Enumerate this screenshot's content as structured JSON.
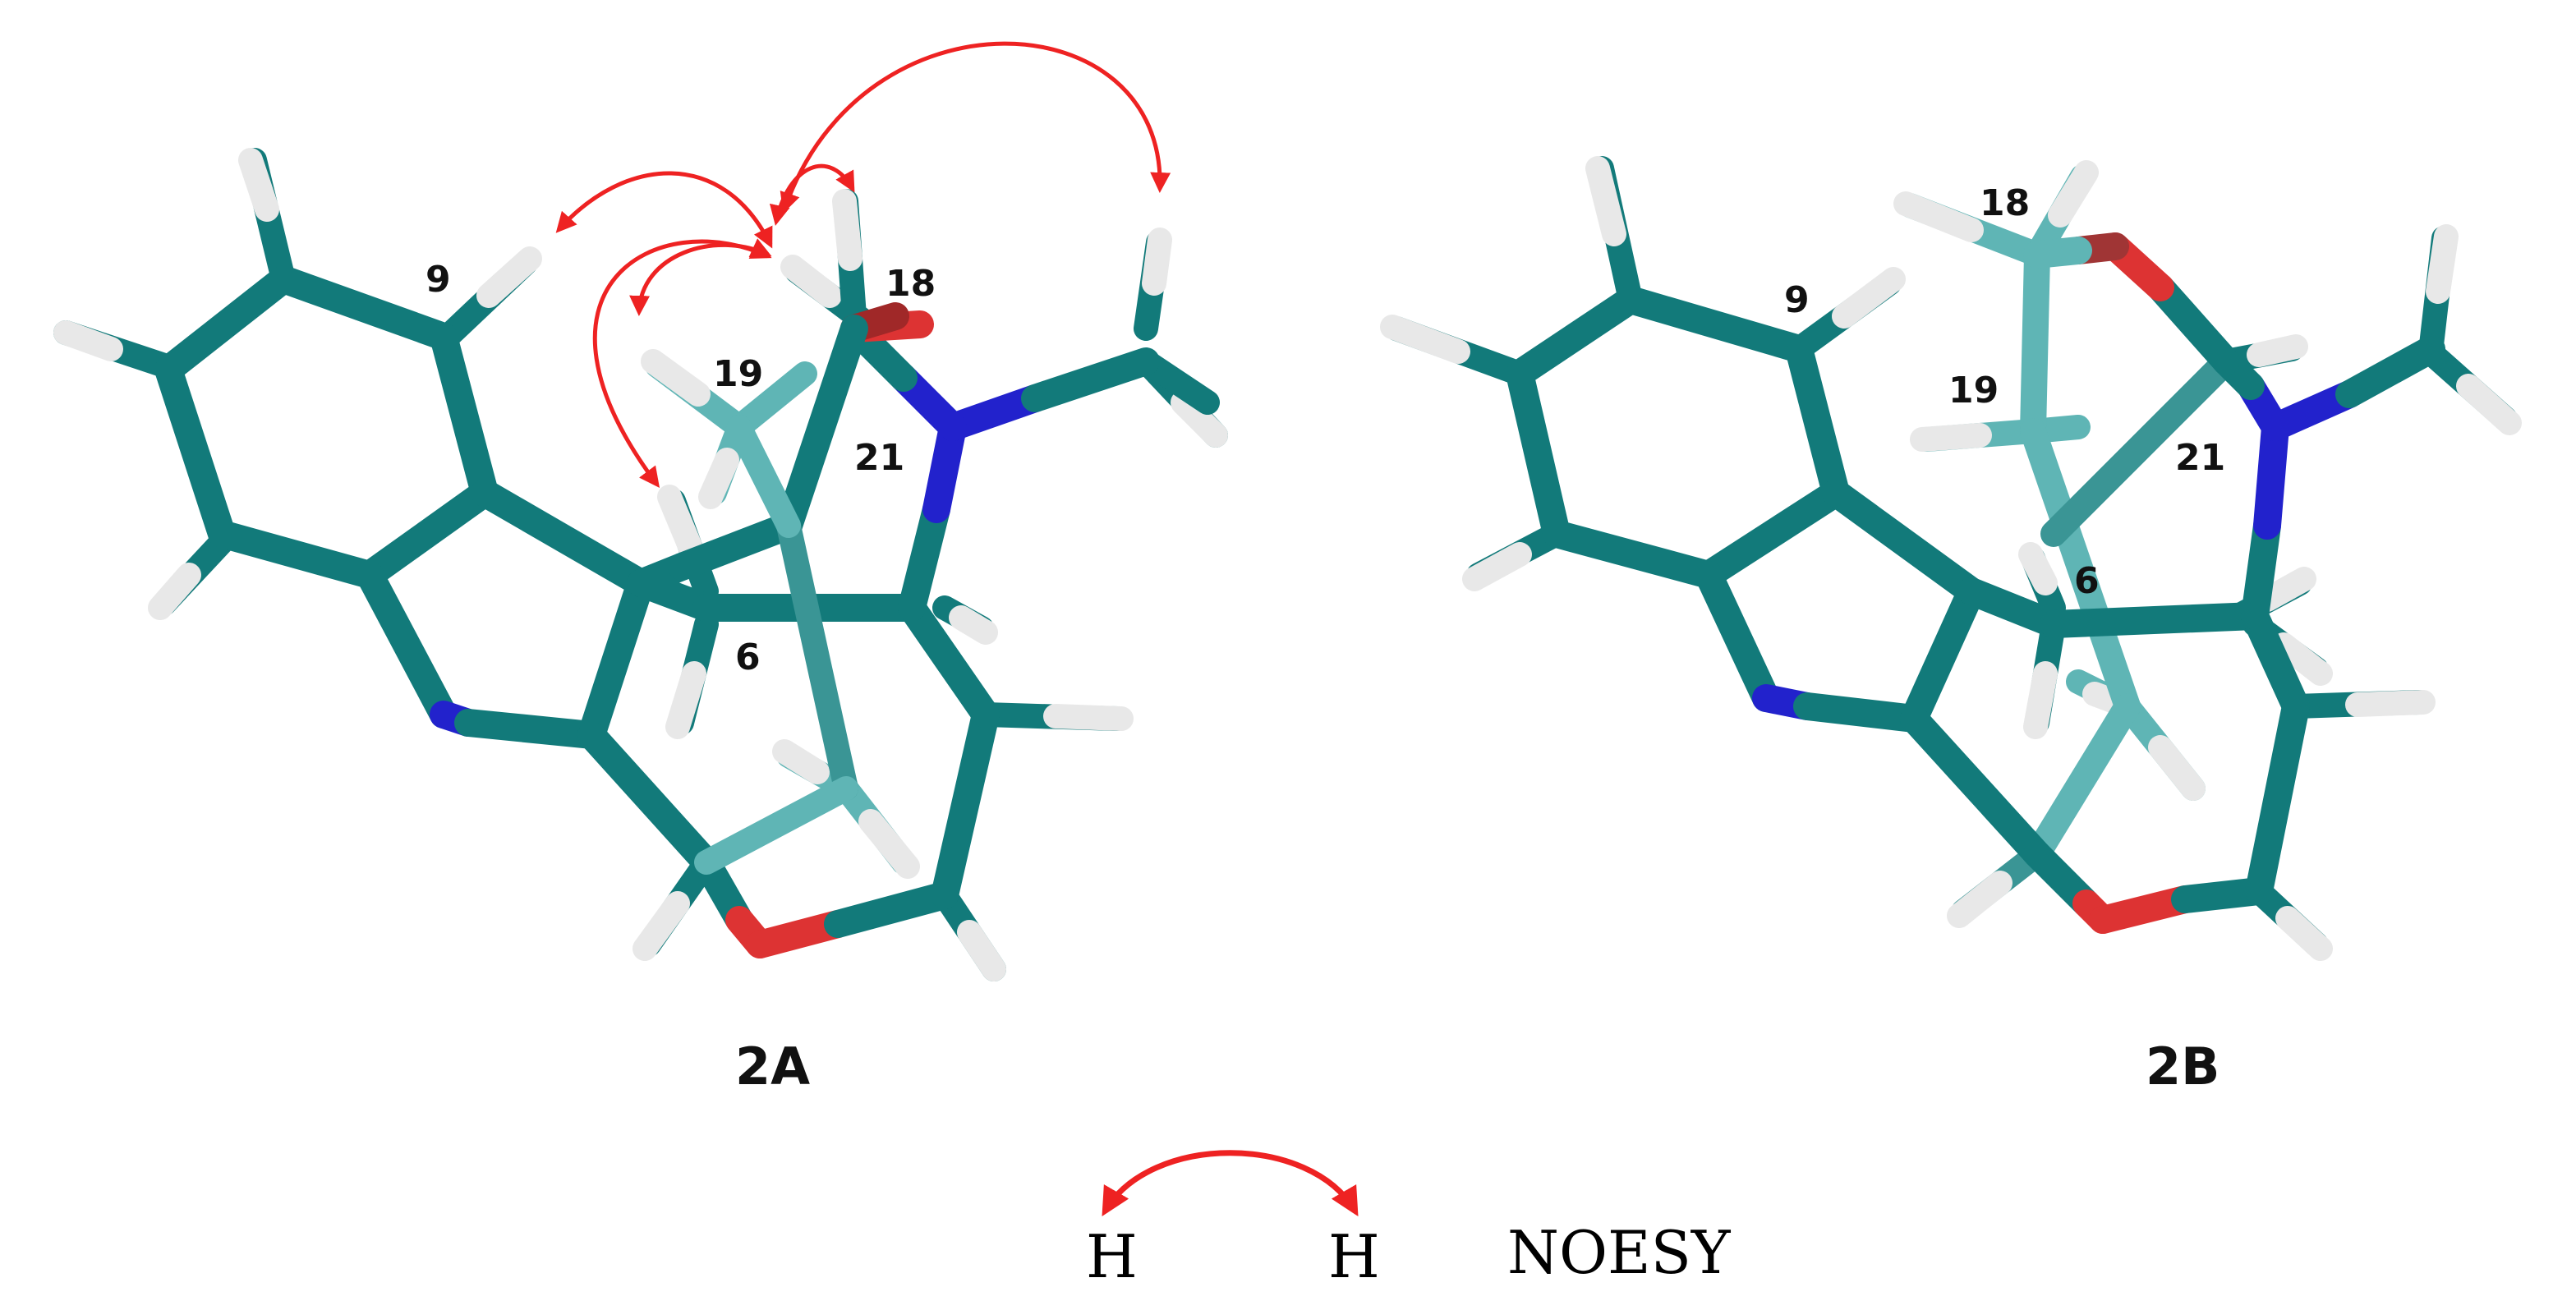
{
  "colors": {
    "carbon": "#127a7a",
    "carbon_light": "#5fb5b5",
    "hydrogen": "#eeeeee",
    "nitrogen": "#2222cc",
    "oxygen": "#dd3333",
    "arrow": "#ee2222"
  },
  "molecules": [
    {
      "id": "2A",
      "label": "2A",
      "atom_labels": [
        "9",
        "18",
        "19",
        "21",
        "6"
      ]
    },
    {
      "id": "2B",
      "label": "2B",
      "atom_labels": [
        "9",
        "18",
        "19",
        "21",
        "6"
      ]
    }
  ],
  "legend": {
    "h_left": "H",
    "h_right": "H",
    "title": "NOESY"
  }
}
